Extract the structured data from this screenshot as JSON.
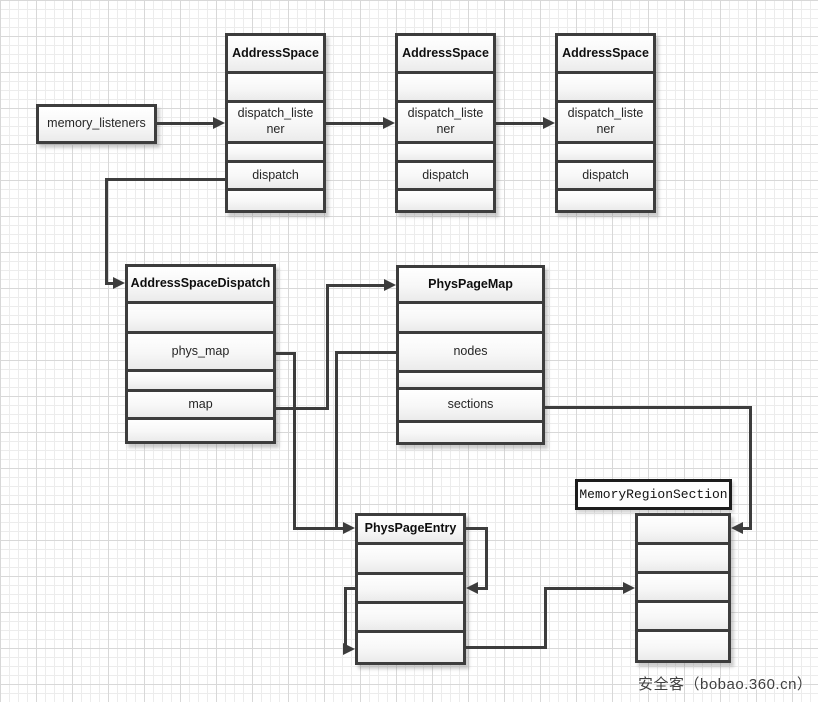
{
  "colors": {
    "line": "#3d3d3d",
    "border": "#3d3d3d",
    "cell_fill_top": "#ffffff",
    "cell_fill_bottom": "#ebebeb"
  },
  "nodes": {
    "memory_listeners": {
      "label": "memory_listeners"
    },
    "address_space_1": {
      "title": "AddressSpace",
      "dispatch_listener": "dispatch_liste\nner",
      "dispatch": "dispatch"
    },
    "address_space_2": {
      "title": "AddressSpace",
      "dispatch_listener": "dispatch_liste\nner",
      "dispatch": "dispatch"
    },
    "address_space_3": {
      "title": "AddressSpace",
      "dispatch_listener": "dispatch_liste\nner",
      "dispatch": "dispatch"
    },
    "address_space_dispatch": {
      "title": "AddressSpaceDispatch",
      "phys_map": "phys_map",
      "map": "map"
    },
    "phys_page_map": {
      "title": "PhysPageMap",
      "nodes": "nodes",
      "sections": "sections"
    },
    "phys_page_entry": {
      "title": "PhysPageEntry"
    },
    "memory_region_section": {
      "label": "MemoryRegionSection"
    }
  },
  "edges": [
    {
      "from": "memory_listeners",
      "to": "address_space_1.dispatch_listener"
    },
    {
      "from": "address_space_1.dispatch_listener",
      "to": "address_space_2.dispatch_listener"
    },
    {
      "from": "address_space_2.dispatch_listener",
      "to": "address_space_3.dispatch_listener"
    },
    {
      "from": "address_space_1.dispatch",
      "to": "address_space_dispatch"
    },
    {
      "from": "address_space_dispatch.phys_map",
      "to": "phys_page_entry"
    },
    {
      "from": "address_space_dispatch.map",
      "to": "phys_page_map"
    },
    {
      "from": "phys_page_map.nodes",
      "to": "phys_page_entry"
    },
    {
      "from": "phys_page_map.sections",
      "to": "memory_region_section.row_1"
    },
    {
      "from": "phys_page_entry.row_1",
      "to": "phys_page_entry.row_3"
    },
    {
      "from": "phys_page_entry.row_3",
      "to": "phys_page_entry.row_5"
    },
    {
      "from": "phys_page_entry.row_5",
      "to": "memory_region_section.row_3"
    }
  ],
  "watermark": "安全客（bobao.360.cn）"
}
